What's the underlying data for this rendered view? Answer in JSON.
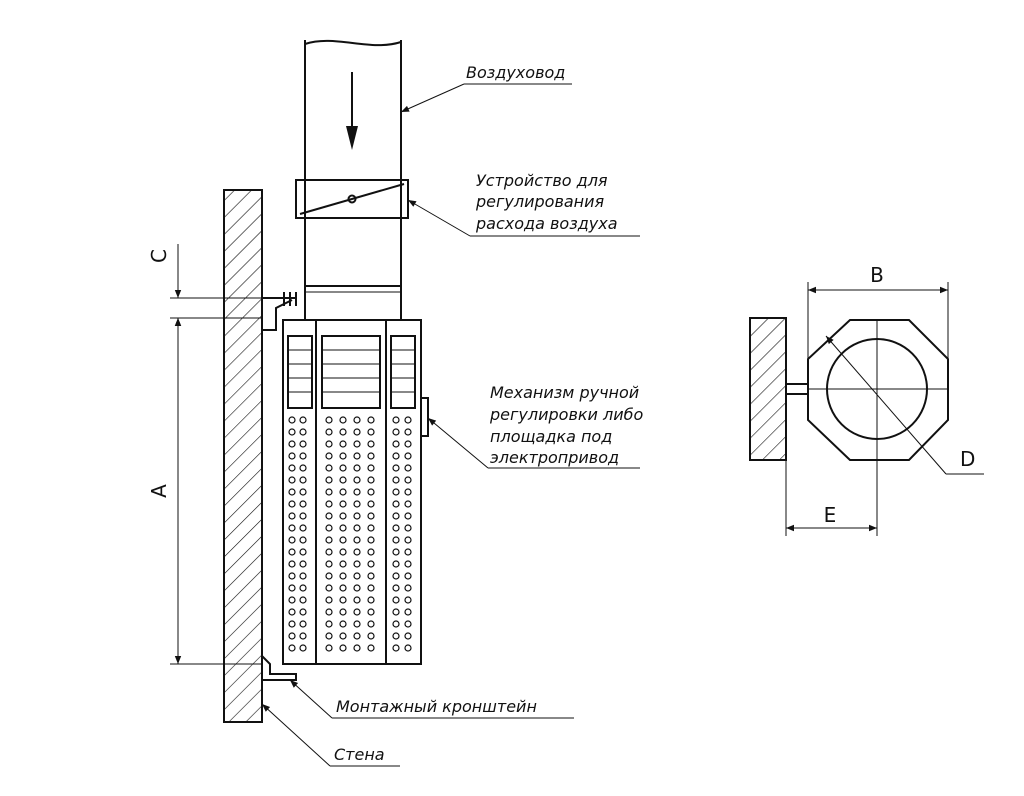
{
  "labels": {
    "duct": "Воздуховод",
    "regulator_1": "Устройство для",
    "regulator_2": "регулирования",
    "regulator_3": "расхода воздуха",
    "mechanism_1": "Механизм ручной",
    "mechanism_2": "регулировки либо",
    "mechanism_3": "площадка под",
    "mechanism_4": "электропривод",
    "bracket": "Монтажный кронштейн",
    "wall": "Стена"
  },
  "dimensions": {
    "a": "A",
    "b": "B",
    "c": "C",
    "d": "D",
    "e": "E"
  }
}
